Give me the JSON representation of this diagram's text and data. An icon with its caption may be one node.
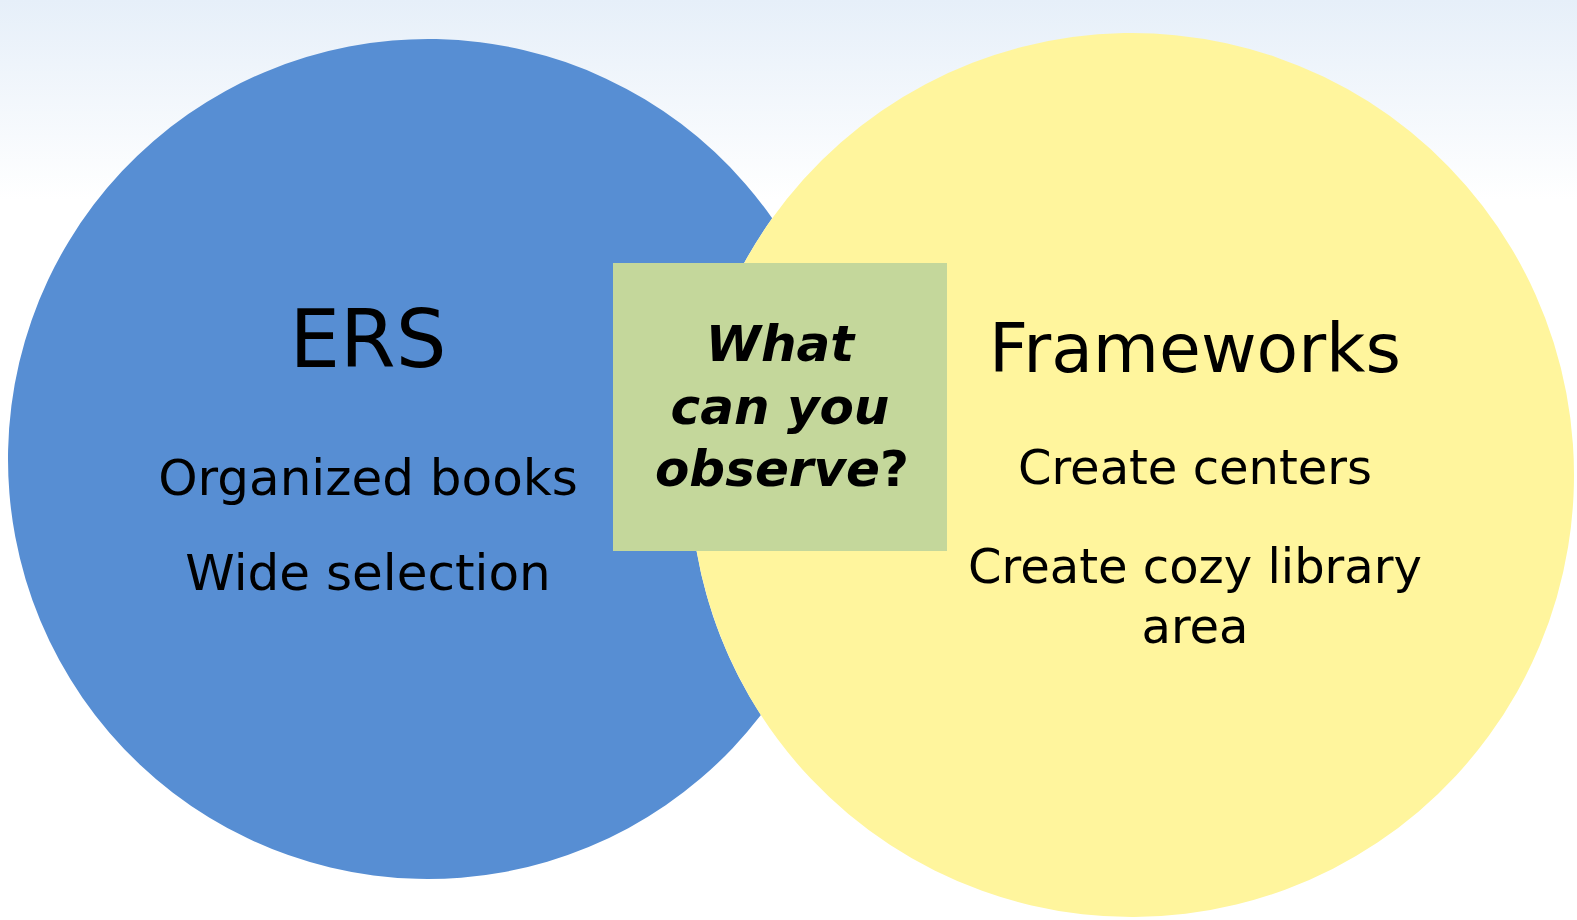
{
  "diagram": {
    "nodes": [
      {
        "text": [
          "ERS",
          "Organized books",
          "Wide selection"
        ]
      },
      {
        "text": [
          "Frameworks",
          "Create centers",
          "Create cozy library area"
        ]
      },
      {
        "text": [
          "*What can you observe*?"
        ]
      }
    ],
    "edges": []
  }
}
